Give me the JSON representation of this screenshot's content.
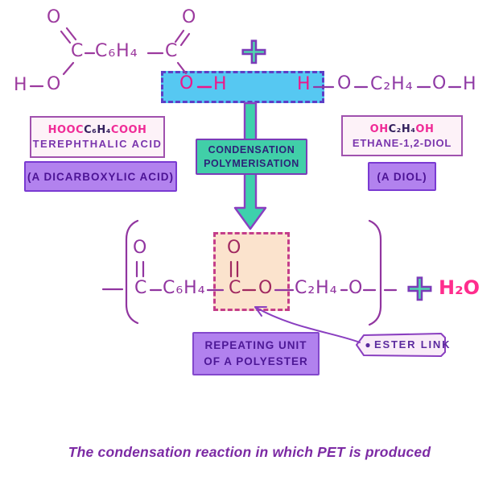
{
  "colors": {
    "acid_structure": "#9c3a9e",
    "diol_structure": "#8f3aa5",
    "product_structure": "#9135a0",
    "ester_group": "#a02860",
    "highlight_pink": "#ef158a",
    "cyan_highlight": "#56c8f2",
    "teal_accent": "#3ed0ac",
    "purple_panel": "#b282ee",
    "peach_highlight": "#fbe3cd",
    "water_pink": "#ff2d8d"
  },
  "reactants": {
    "plus": "+",
    "acid": {
      "o_left_top": "O",
      "c_left": "C",
      "ring": "C₆H₄",
      "c_right": "C",
      "o_right_top": "O",
      "h_left": "H",
      "o_left": "O",
      "hl_o": "O",
      "hl_h": "H",
      "hl_h2": "H"
    },
    "diol": {
      "o1": "O",
      "chain": "C₂H₄",
      "o2": "O",
      "h_end": "H"
    }
  },
  "labels": {
    "acid_box": {
      "formula_pre": "HOOC",
      "formula_mid": "C₆H₄",
      "formula_post": "COOH",
      "name": "TEREPHTHALIC ACID"
    },
    "acid_tag": "(A DICARBOXYLIC ACID)",
    "diol_box": {
      "formula_pre": "OH",
      "formula_mid": "C₂H₄",
      "formula_post": "OH",
      "name": "ETHANE-1,2-DIOL"
    },
    "diol_tag": "(A DIOL)"
  },
  "process": {
    "line1": "CONDENSATION",
    "line2": "POLYMERISATION"
  },
  "product": {
    "o_top1": "O",
    "c1": "C",
    "ring": "C₆H₄",
    "o_top2": "O",
    "c2": "C",
    "o_link": "O",
    "chain": "C₂H₄",
    "o_end": "O",
    "plus": "+",
    "water": "H₂O"
  },
  "annotations": {
    "repeating_line1": "REPEATING UNIT",
    "repeating_line2": "OF A POLYESTER",
    "ester_link": "ESTER LINK"
  },
  "caption": "The condensation reaction in which PET is produced"
}
